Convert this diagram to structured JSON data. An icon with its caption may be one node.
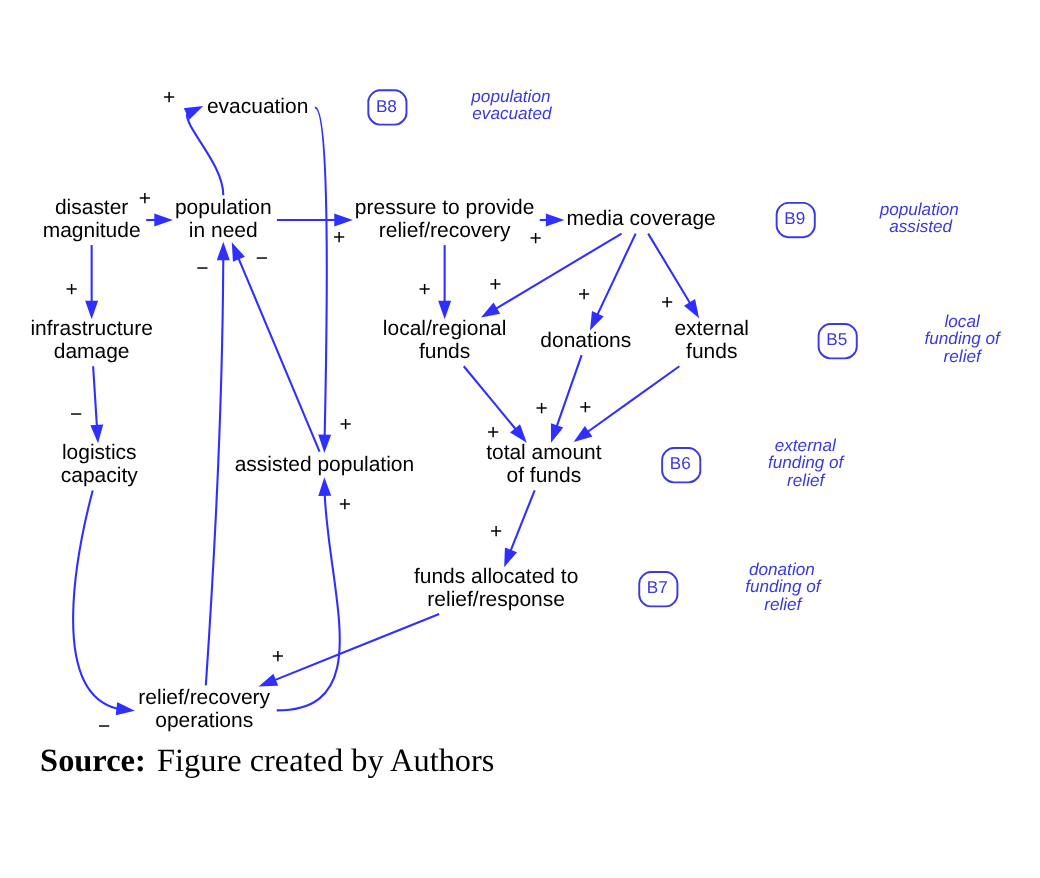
{
  "diagram": {
    "caption": "**Source:** Figure created by Authors",
    "nodes": [
      {
        "text": [
          "evacuation"
        ]
      },
      {
        "text": [
          "pressure to provide relief/recovery"
        ]
      },
      {
        "text": [
          "disaster magnitude"
        ]
      },
      {
        "text": [
          "population in need"
        ]
      },
      {
        "text": [
          "media coverage"
        ]
      },
      {
        "text": [
          "infrastructure damage"
        ]
      },
      {
        "text": [
          "local/regional funds"
        ]
      },
      {
        "text": [
          "external funds"
        ]
      },
      {
        "text": [
          "donations"
        ]
      },
      {
        "text": [
          "total amount of funds"
        ]
      },
      {
        "text": [
          "assisted population"
        ]
      },
      {
        "text": [
          "logistics capacity"
        ]
      },
      {
        "text": [
          "funds allocated to relief/response"
        ]
      },
      {
        "text": [
          "relief/recovery operations"
        ]
      }
    ],
    "edges": [
      {
        "from": 2,
        "to": 3,
        "arrow": "to",
        "label": "+"
      },
      {
        "from": 2,
        "to": 5,
        "arrow": "to",
        "label": "+"
      },
      {
        "from": 3,
        "to": 1,
        "arrow": "to",
        "label": "+"
      },
      {
        "from": 1,
        "to": 4,
        "arrow": "to",
        "label": "+"
      },
      {
        "from": 3,
        "to": 0,
        "arrow": "to",
        "label": "+"
      },
      {
        "from": 0,
        "to": 10,
        "arrow": "to",
        "label": "+"
      },
      {
        "from": 10,
        "to": 3,
        "arrow": "to",
        "label": "−"
      },
      {
        "from": 1,
        "to": 6,
        "arrow": "to",
        "label": "+"
      },
      {
        "from": 4,
        "to": 6,
        "arrow": "to",
        "label": "+"
      },
      {
        "from": 4,
        "to": 7,
        "arrow": "to",
        "label": "+"
      },
      {
        "from": 4,
        "to": 8,
        "arrow": "to",
        "label": "+"
      },
      {
        "from": 6,
        "to": 9,
        "arrow": "to",
        "label": "+"
      },
      {
        "from": 7,
        "to": 9,
        "arrow": "to",
        "label": "+"
      },
      {
        "from": 8,
        "to": 9,
        "arrow": "to",
        "label": "+"
      },
      {
        "from": 9,
        "to": 12,
        "arrow": "to",
        "label": "+"
      },
      {
        "from": 12,
        "to": 13,
        "arrow": "to",
        "label": "+"
      },
      {
        "from": 5,
        "to": 11,
        "arrow": "to",
        "label": "−"
      },
      {
        "from": 11,
        "to": 13,
        "arrow": "to",
        "label": "−"
      },
      {
        "from": 13,
        "to": 3,
        "arrow": "to",
        "label": "−"
      },
      {
        "from": 13,
        "to": 10,
        "arrow": "to",
        "label": "+"
      }
    ],
    "labels": [
      "B8",
      "population evacuated",
      "B9",
      "population assisted",
      "B5",
      "local funding of relief",
      "B6",
      "external funding of relief",
      "B7",
      "donation funding of relief"
    ]
  }
}
